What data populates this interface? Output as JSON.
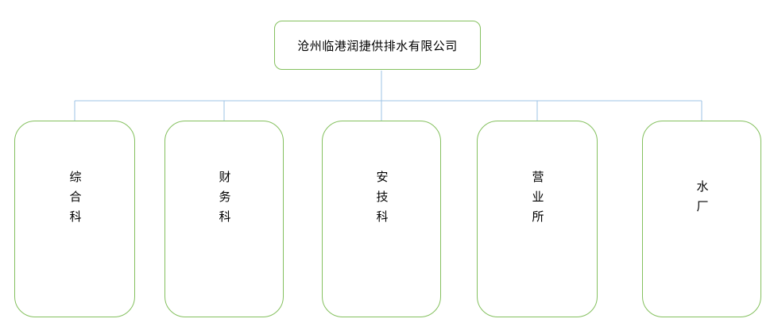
{
  "org_chart": {
    "root": {
      "label": "沧州临港润捷供排水有限公司"
    },
    "departments": [
      {
        "label": "综合科"
      },
      {
        "label": "财务科"
      },
      {
        "label": "安技科"
      },
      {
        "label": "营业所"
      },
      {
        "label": "水厂"
      }
    ],
    "colors": {
      "box_border": "#84c05e",
      "connector": "#9dc3e6",
      "text": "#000000",
      "bg": "#ffffff"
    }
  }
}
